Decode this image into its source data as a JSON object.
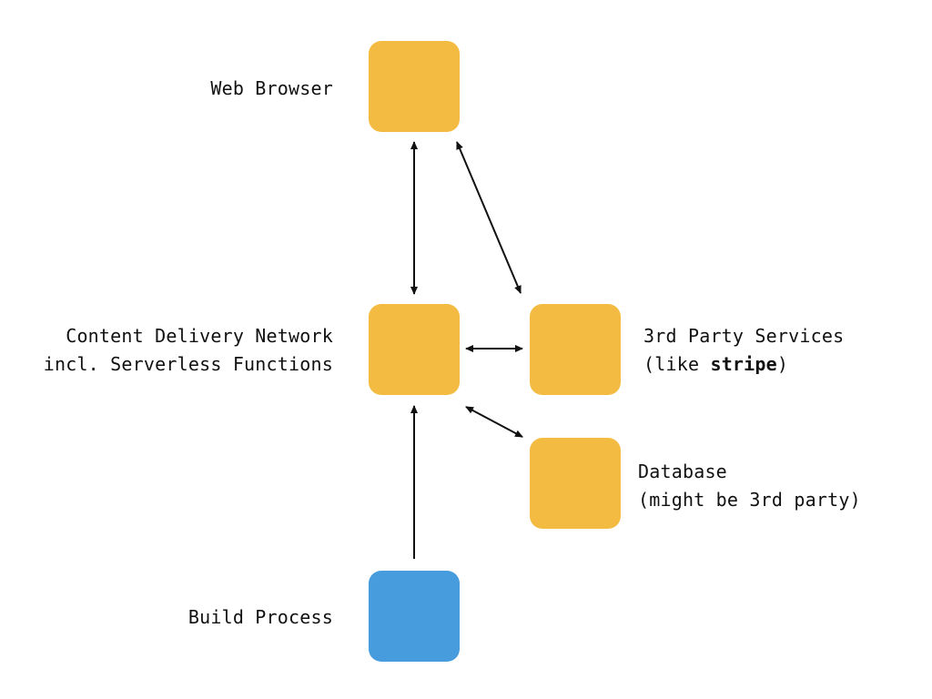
{
  "colors": {
    "node_default": "#f3bb41",
    "node_build": "#479cde",
    "arrow": "#111111"
  },
  "nodes": {
    "web_browser": {
      "label": "Web Browser"
    },
    "cdn": {
      "label_line1": "Content Delivery Network",
      "label_line2": "incl. Serverless Functions"
    },
    "third_party": {
      "label_line1": "3rd Party Services",
      "label_line2_prefix": "(like ",
      "label_line2_bold": "stripe",
      "label_line2_suffix": ")"
    },
    "database": {
      "label_line1": "Database",
      "label_line2": "(might be 3rd party)"
    },
    "build_process": {
      "label": "Build Process"
    }
  },
  "edges": [
    {
      "from": "web_browser",
      "to": "cdn",
      "direction": "both"
    },
    {
      "from": "web_browser",
      "to": "third_party",
      "direction": "both"
    },
    {
      "from": "cdn",
      "to": "third_party",
      "direction": "both"
    },
    {
      "from": "cdn",
      "to": "database",
      "direction": "both"
    },
    {
      "from": "build_process",
      "to": "cdn",
      "direction": "forward"
    }
  ]
}
